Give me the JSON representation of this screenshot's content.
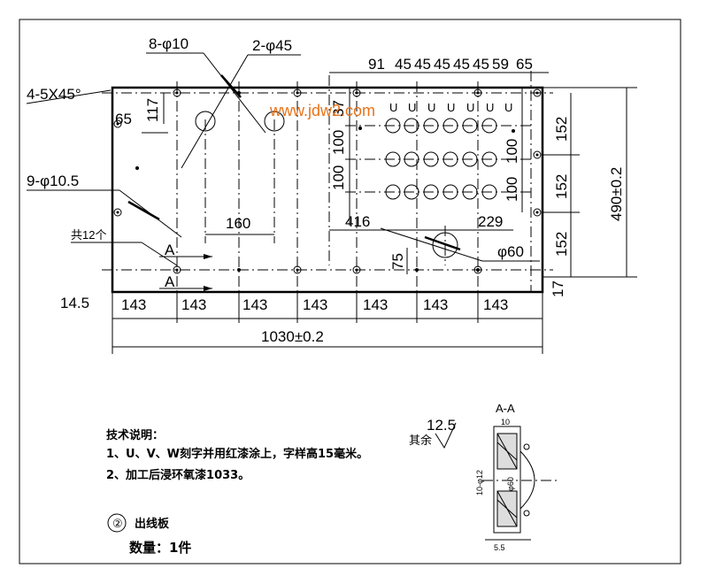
{
  "drawing": {
    "part_callout": "②",
    "part_name": "出线板",
    "quantity": "数量：1件"
  },
  "watermark": "www.jdw2.com",
  "dimensions": {
    "holes_10": "8-φ10",
    "holes_45": "2-φ45",
    "chamfer": "4-5X45°",
    "holes_10_5": "9-φ10.5",
    "count_12": "共12个",
    "d65": "65",
    "d117": "117",
    "d160": "160",
    "d416": "416",
    "d229": "229",
    "d60": "φ60",
    "d75": "75",
    "d14_5": "14.5",
    "pitch": [
      "143",
      "143",
      "143",
      "143",
      "143",
      "143",
      "143"
    ],
    "d1030": "1030±0.2",
    "d490": "490±0.2",
    "right_152": [
      "152",
      "152",
      "152"
    ],
    "d17_right": "17",
    "top_chain": [
      "91",
      "45",
      "45",
      "45",
      "45",
      "45",
      "59",
      "65"
    ],
    "d37": "37",
    "d100_left": [
      "100",
      "100"
    ],
    "d100_right": [
      "100",
      "100"
    ],
    "section_a_top": "A",
    "section_a_bottom": "A",
    "terminals": [
      "U",
      "U",
      "U",
      "U",
      "U",
      "U",
      "U"
    ]
  },
  "notes": {
    "title": "技术说明：",
    "items": [
      "1、U、V、W刻字并用红漆涂上，字样高15毫米。",
      "2、加工后浸环氧漆1033。"
    ]
  },
  "section": {
    "title": "A-A",
    "roughness": "12.5",
    "rest_label": "其余",
    "dim_top": "10",
    "dim_side": "10-φ12",
    "dim_inner": "φ60",
    "dim_bottom": "5.5"
  }
}
